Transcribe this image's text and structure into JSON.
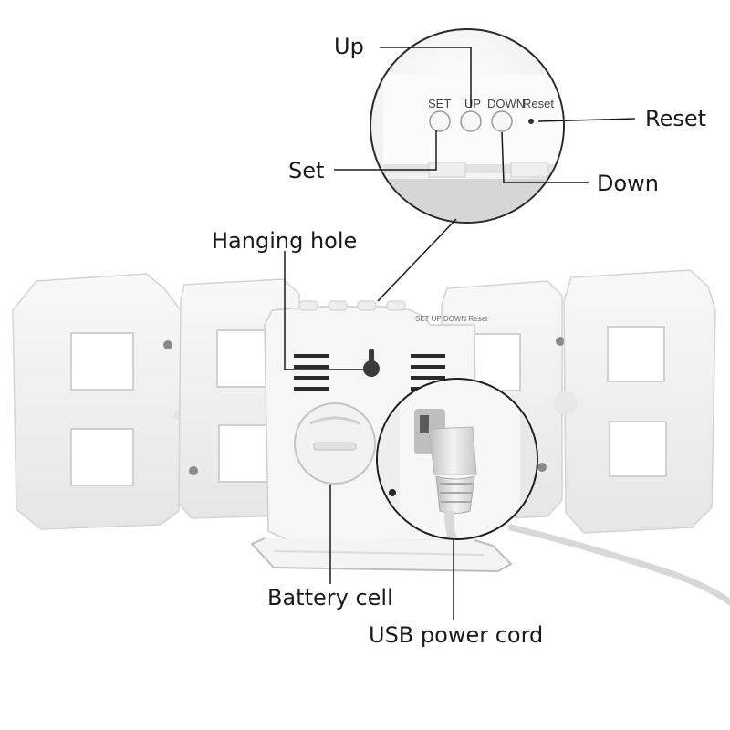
{
  "labels": {
    "up": "Up",
    "reset": "Reset",
    "set": "Set",
    "down": "Down",
    "hanging_hole": "Hanging hole",
    "battery_cell": "Battery cell",
    "usb_power_cord": "USB power cord"
  },
  "button_markings": {
    "set": "SET",
    "up": "UP",
    "down": "DOWN",
    "reset": "Reset"
  },
  "back_panel_markings": "SET UP DOWN Reset",
  "colors": {
    "clock_body": "#f3f3f3",
    "shadow": "#cfcfcf",
    "line": "#1a1a1a"
  }
}
